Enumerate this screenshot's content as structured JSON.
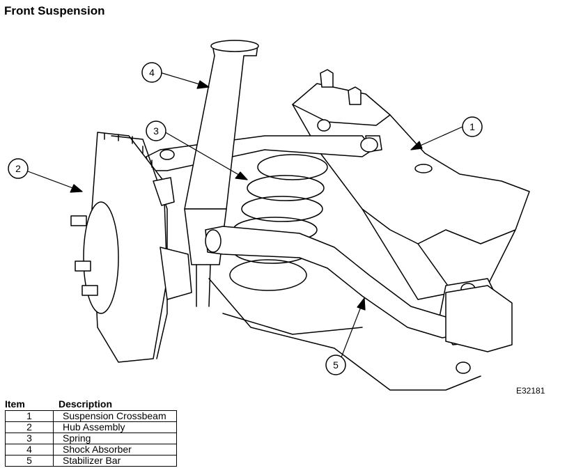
{
  "title": "Front Suspension",
  "figure_id": "E32181",
  "legend": {
    "item_header": "Item",
    "description_header": "Description",
    "rows": [
      {
        "item": "1",
        "description": "Suspension Crossbeam"
      },
      {
        "item": "2",
        "description": "Hub Assembly"
      },
      {
        "item": "3",
        "description": "Spring"
      },
      {
        "item": "4",
        "description": "Shock Absorber"
      },
      {
        "item": "5",
        "description": "Stabilizer Bar"
      }
    ]
  },
  "callouts": [
    "1",
    "2",
    "3",
    "4",
    "5"
  ]
}
